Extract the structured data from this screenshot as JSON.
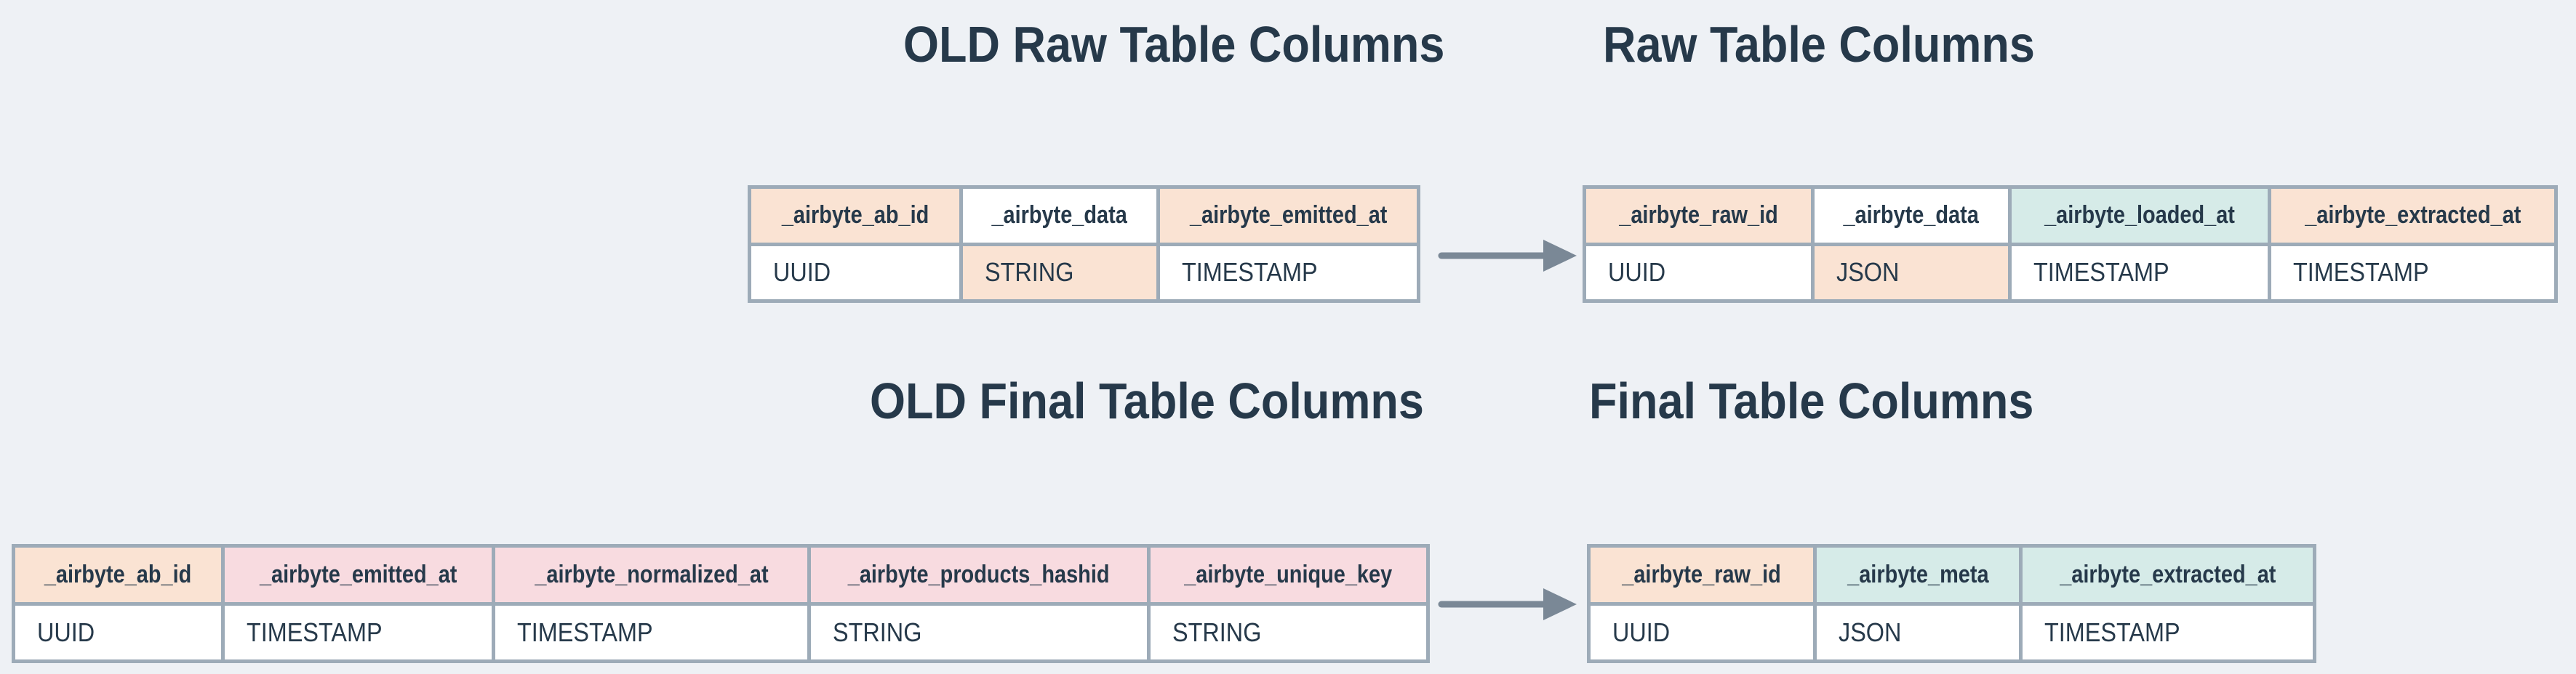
{
  "colors": {
    "background": "#eef1f5",
    "peach": "#fae3d3",
    "pink": "#f8dbe0",
    "teal": "#d6ebe8",
    "white": "#ffffff",
    "border": "#9dabb8",
    "text": "#26394a",
    "arrow": "#7a8896"
  },
  "sections": {
    "raw": {
      "old": {
        "title": "OLD Raw Table Columns",
        "columns": [
          {
            "name": "_airbyte_ab_id",
            "type": "UUID",
            "name_hl": "peach",
            "type_hl": "white"
          },
          {
            "name": "_airbyte_data",
            "type": "STRING",
            "name_hl": "white",
            "type_hl": "peach"
          },
          {
            "name": "_airbyte_emitted_at",
            "type": "TIMESTAMP",
            "name_hl": "peach",
            "type_hl": "white"
          }
        ]
      },
      "new": {
        "title": "Raw Table Columns",
        "columns": [
          {
            "name": "_airbyte_raw_id",
            "type": "UUID",
            "name_hl": "peach",
            "type_hl": "white"
          },
          {
            "name": "_airbyte_data",
            "type": "JSON",
            "name_hl": "white",
            "type_hl": "peach"
          },
          {
            "name": "_airbyte_loaded_at",
            "type": "TIMESTAMP",
            "name_hl": "teal",
            "type_hl": "white"
          },
          {
            "name": "_airbyte_extracted_at",
            "type": "TIMESTAMP",
            "name_hl": "peach",
            "type_hl": "white"
          }
        ]
      }
    },
    "final": {
      "old": {
        "title": "OLD Final Table Columns",
        "columns": [
          {
            "name": "_airbyte_ab_id",
            "type": "UUID",
            "name_hl": "peach",
            "type_hl": "white"
          },
          {
            "name": "_airbyte_emitted_at",
            "type": "TIMESTAMP",
            "name_hl": "pink",
            "type_hl": "white"
          },
          {
            "name": "_airbyte_normalized_at",
            "type": "TIMESTAMP",
            "name_hl": "pink",
            "type_hl": "white"
          },
          {
            "name": "_airbyte_products_hashid",
            "type": "STRING",
            "name_hl": "pink",
            "type_hl": "white"
          },
          {
            "name": "_airbyte_unique_key",
            "type": "STRING",
            "name_hl": "pink",
            "type_hl": "white"
          }
        ]
      },
      "new": {
        "title": "Final Table Columns",
        "columns": [
          {
            "name": "_airbyte_raw_id",
            "type": "UUID",
            "name_hl": "peach",
            "type_hl": "white"
          },
          {
            "name": "_airbyte_meta",
            "type": "JSON",
            "name_hl": "teal",
            "type_hl": "white"
          },
          {
            "name": "_airbyte_extracted_at",
            "type": "TIMESTAMP",
            "name_hl": "teal",
            "type_hl": "white"
          }
        ]
      }
    }
  }
}
